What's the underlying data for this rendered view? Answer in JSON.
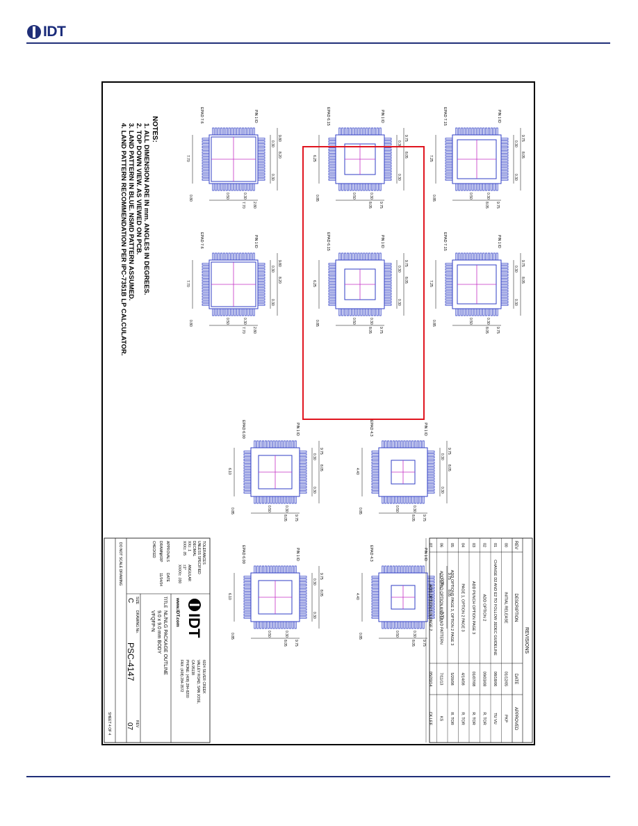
{
  "header": {
    "logo_text": "IDT",
    "logo_icon": "idt-logo-icon"
  },
  "notes": {
    "title": "NOTES:",
    "lines": [
      "1. ALL DIMENSION ARE IN mm. ANGLES IN DEGREES.",
      "2. TOP DOWN VIEW. AS VIEWED ON PCB.",
      "3. LAND PATTERN IN BLUE. NSMD PATTERN ASSUMED.",
      "4. LAND PATTERN RECOMMENDATION PER IPC-7351B LP CALCULATOR."
    ]
  },
  "patterns": [
    {
      "epad": "EPAD 7.6",
      "dims": [
        "9.80",
        "8.20",
        "0.30",
        "0.30",
        "0.30",
        "0.50",
        "2.80",
        "7.70",
        "0.80",
        "7.70",
        "PIN 1 ID"
      ]
    },
    {
      "epad": "EPAD 7.6",
      "dims": [
        "9.80",
        "8.20",
        "0.30",
        "0.30",
        "0.30",
        "0.50",
        "2.80",
        "7.70",
        "0.80",
        "7.70",
        "PIN 1 ID"
      ]
    },
    {
      "epad": "EPAD 6.15",
      "dims": [
        "9.75",
        "8.05",
        "0.30",
        "0.30",
        "0.30",
        "0.50",
        "9.75",
        "8.05",
        "0.85",
        "6.25",
        "PIN 1 ID"
      ]
    },
    {
      "epad": "EPAD 6.15",
      "dims": [
        "9.75",
        "8.05",
        "0.30",
        "0.30",
        "0.30",
        "0.50",
        "9.75",
        "8.05",
        "0.85",
        "6.25",
        "PIN 1 ID"
      ]
    },
    {
      "epad": "EPAD 7.15",
      "dims": [
        "9.75",
        "8.05",
        "0.30",
        "0.30",
        "0.30",
        "0.50",
        "9.75",
        "8.05",
        "0.85",
        "7.25",
        "PIN 1 ID"
      ]
    },
    {
      "epad": "EPAD 7.15",
      "dims": [
        "9.75",
        "8.05",
        "0.30",
        "0.30",
        "0.30",
        "0.50",
        "9.75",
        "8.05",
        "0.85",
        "7.25",
        "PIN 1 ID"
      ]
    },
    {
      "epad": "EPAD 6.00",
      "dims": [
        "9.75",
        "8.05",
        "0.30",
        "0.30",
        "0.30",
        "0.50",
        "9.75",
        "8.05",
        "0.85",
        "6.10",
        "PIN 1 ID"
      ]
    },
    {
      "epad": "EPAD 6.00",
      "dims": [
        "9.75",
        "8.05",
        "0.30",
        "0.30",
        "0.30",
        "0.50",
        "9.75",
        "8.05",
        "0.85",
        "6.10",
        "PIN 1 ID"
      ]
    },
    {
      "epad": "EPAD 4.3",
      "dims": [
        "9.75",
        "8.05",
        "0.30",
        "0.30",
        "0.30",
        "0.50",
        "9.75",
        "8.05",
        "0.85",
        "4.40",
        "PIN 1 ID"
      ]
    },
    {
      "epad": "EPAD 4.3",
      "dims": [
        "9.75",
        "8.05",
        "0.30",
        "0.30",
        "0.30",
        "0.50",
        "9.75",
        "8.05",
        "0.85",
        "4.40",
        "PIN 1 ID"
      ]
    }
  ],
  "revisions": {
    "title": "REVISIONS",
    "headers": [
      "REV",
      "DESCRIPTION",
      "DATE",
      "APPROVED"
    ],
    "rows": [
      [
        "00",
        "INITIAL RELEASE",
        "01/12/05",
        "PKP"
      ],
      [
        "01",
        "CHANGE D2 AND E2 TO FOLLOW JEDEC GUIDELINE",
        "08/18/06",
        "TU VU"
      ],
      [
        "02",
        "ADD OPTION 2",
        "09/03/08",
        "R. TOR"
      ],
      [
        "03",
        "ADD PUNCH OPTION PAGE 3",
        "01/07/08",
        "R. TOR"
      ],
      [
        "04",
        "PAGE 1, OPTION 2 PAGE 3",
        "4/14/08",
        "R. TOR"
      ],
      [
        "05",
        "ADD OPTIONS PAGE 3, OPTION 2 PAGE 3",
        "5/20/08",
        "R. TOR"
      ],
      [
        "06",
        "ADD EPAD OPTION AND LAND PATTERN",
        "7/11/13",
        "KS"
      ],
      [
        "07",
        "ADD OPTION 5 IN PAGE 2",
        "05/20/14",
        "CK LEE"
      ]
    ]
  },
  "title_block": {
    "tolerances": [
      "TOLERANCES",
      "UNLESS SPECIFIED",
      "DECIMAL",
      "ANGULAR",
      "XX± .1",
      "±1°",
      "XXX± .05",
      "XXXX± .030"
    ],
    "approvals": "APPROVALS",
    "date_label": "DATE",
    "drawn": "DRAWN",
    "drawn_by": "jiKRP",
    "drawn_date": "11/04/04",
    "checked": "CHECKED",
    "company_address": [
      "6024 SILVER CREEK",
      "VALLEY ROAD, SAN JOSE,",
      "CA 95138",
      "PHONE: (408) 284-8200",
      "FAX: (408) 284-3572"
    ],
    "website": "www.IDT.com",
    "title_label": "TITLE",
    "title_lines": [
      "NL/NLG PACKAGE OUTLINE",
      "9.0 x 9.0 mm BODY",
      "VFQFP-N"
    ],
    "size_label": "SIZE",
    "size": "C",
    "drawing_no_label": "DRAWING No.",
    "drawing_no": "PSC-4147",
    "rev_label": "REV",
    "rev": "07",
    "do_not_scale": "DO NOT SCALE DRAWING",
    "sheet": "SHEET 4 OF 4"
  },
  "colors": {
    "brand": "#1f2e78",
    "land_pattern": "#2f3ec4",
    "epad_cross": "#c42fc4",
    "highlight": "#e0141e"
  }
}
